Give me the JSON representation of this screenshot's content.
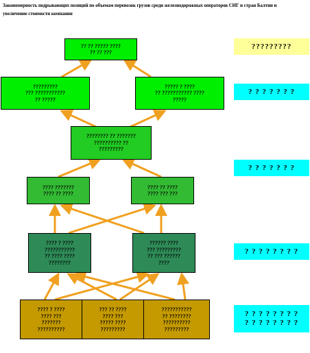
{
  "title": "Закономерность подрывающих позиций по объемам перевозок грузов среди железнодорожных операторов СНГ и стран Балтии и увеличение стоимости компании",
  "colors": {
    "arrow": "#f0a020",
    "green_top": "#00ee00",
    "green_mid": "#22cc22",
    "teal": "#2e8b57",
    "gold": "#c49a00",
    "yellow": "#ffff99",
    "cyan": "#00ffff"
  },
  "boxes": {
    "top": "?? ?? ????? ????\n?? ?? ???",
    "level2_left": "?????????\n??? ???????????\n?? ?????",
    "level2_right": "????? ? ????\n?? ??????????? ????\n?????",
    "level3_center": "???????? ?? ???????\n?????????? ??\n?????????",
    "level4_left": "???? ???????\n???? ?? ????",
    "level4_right": "???? ?? ????\n???? ??? ???",
    "level5_left": "???? ? ????\n???????????\n?? ???? ????\n????????",
    "level5_right": "?????? ????\n??? ?????????\n?? ??? ??????\n????",
    "level6_left": "???? ? ????\n???? ???\n???????\n??????????",
    "level6_mid": "??? ?? ????\n???? ???\n????? ????\n?????????",
    "level6_right": "???????????\n?? ????????\n??????????\n?????????"
  },
  "side_labels": {
    "row1": "?????????",
    "row2": "? ? ? ? ? ? ?",
    "row3": "? ? ? ? ? ? ?",
    "row4": "? ? ? ? ? ? ? ?",
    "row5": "? ? ? ? ? ? ? ?\n? ? ? ? ? ? ? ?"
  }
}
